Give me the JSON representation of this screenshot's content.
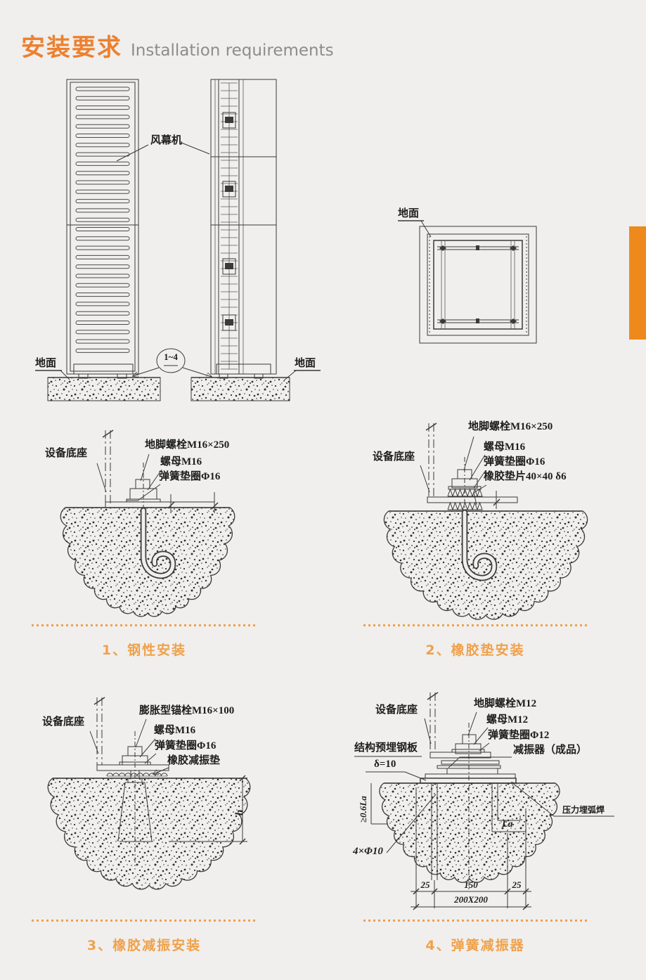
{
  "page": {
    "title_zh": "安装要求",
    "title_en": "Installation requirements",
    "accent_color": "#EC8130",
    "caption_color": "#F0A14B",
    "tab_color": "#EE8A1C",
    "background_color": "#F0EFED"
  },
  "overview": {
    "unit": "风幕机",
    "ground_left": "地面",
    "ground_right": "地面",
    "balloon": "1~4",
    "topview_ground": "地面"
  },
  "s1": {
    "caption": "1、钢性安装",
    "base": "设备底座",
    "bolt": "地脚螺栓M16×250",
    "nut": "螺母M16",
    "washer": "弹簧垫圈Φ16"
  },
  "s2": {
    "caption": "2、橡胶垫安装",
    "base": "设备底座",
    "bolt": "地脚螺栓M16×250",
    "nut": "螺母M16",
    "washer": "弹簧垫圈Φ16",
    "pad": "橡胶垫片40×40  δ6"
  },
  "s3": {
    "caption": "3、橡胶减振安装",
    "base": "设备底座",
    "bolt": "膨胀型锚栓M16×100",
    "nut": "螺母M16",
    "washer": "弹簧垫圈Φ16",
    "pad": "橡胶减振垫",
    "depth": "h"
  },
  "s4": {
    "caption": "4、弹簧减振器",
    "base": "设备底座",
    "bolt": "地脚螺栓M12",
    "nut": "螺母M12",
    "washer": "弹簧垫圈Φ12",
    "damper": "减振器（成品）",
    "plate": "结构预埋钢板",
    "plate_thickness": "δ=10",
    "edge_distance": "≥0.6La",
    "holes": "4×Φ10",
    "anchor_length": "La",
    "weld": "压力埋弧焊",
    "dim_25a": "25",
    "dim_150": "150",
    "dim_25b": "25",
    "dim_200": "200X200"
  }
}
